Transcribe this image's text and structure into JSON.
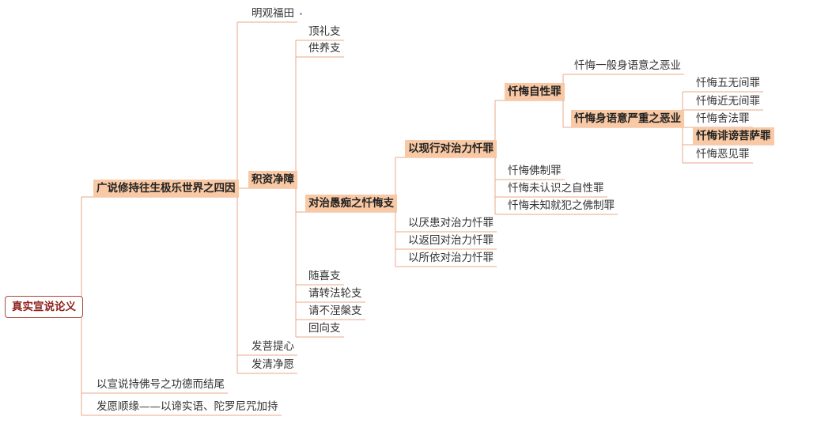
{
  "theme": {
    "line_color": "#e8a98a",
    "highlight_bg": "#f8c9a4",
    "root_border": "#a94a3a",
    "root_text": "#8e1f1a"
  },
  "root": {
    "label": "真实宣说论义"
  },
  "n1": {
    "label": "广说修持往生极乐世界之四因"
  },
  "n1a": {
    "label": "明观福田"
  },
  "n1b": {
    "label": "积资净障"
  },
  "n1b1": {
    "label": "顶礼支"
  },
  "n1b2": {
    "label": "供养支"
  },
  "n1b3": {
    "label": "对治愚痴之忏悔支"
  },
  "n1b3a": {
    "label": "以现行对治力忏罪"
  },
  "n1b3a1": {
    "label": "忏悔自性罪"
  },
  "n1b3a1a": {
    "label": "忏悔一般身语意之恶业"
  },
  "n1b3a1b": {
    "label": "忏悔身语意严重之恶业"
  },
  "n1b3a1b1": {
    "label": "忏悔五无间罪"
  },
  "n1b3a1b2": {
    "label": "忏悔近无间罪"
  },
  "n1b3a1b3": {
    "label": "忏悔舍法罪"
  },
  "n1b3a1b4": {
    "label": "忏悔诽谤菩萨罪"
  },
  "n1b3a1b5": {
    "label": "忏悔恶见罪"
  },
  "n1b3a2": {
    "label": "忏悔佛制罪"
  },
  "n1b3a3": {
    "label": "忏悔未认识之自性罪"
  },
  "n1b3a4": {
    "label": "忏悔未知就犯之佛制罪"
  },
  "n1b3b": {
    "label": "以厌患对治力忏罪"
  },
  "n1b3c": {
    "label": "以返回对治力忏罪"
  },
  "n1b3d": {
    "label": "以所依对治力忏罪"
  },
  "n1b4": {
    "label": "随喜支"
  },
  "n1b5": {
    "label": "请转法轮支"
  },
  "n1b6": {
    "label": "请不涅槃支"
  },
  "n1b7": {
    "label": "回向支"
  },
  "n1c": {
    "label": "发菩提心"
  },
  "n1d": {
    "label": "发清净愿"
  },
  "n2": {
    "label": "以宣说持佛号之功德而结尾"
  },
  "n3": {
    "label": "发愿顺缘——以谛实语、陀罗尼咒加持"
  }
}
